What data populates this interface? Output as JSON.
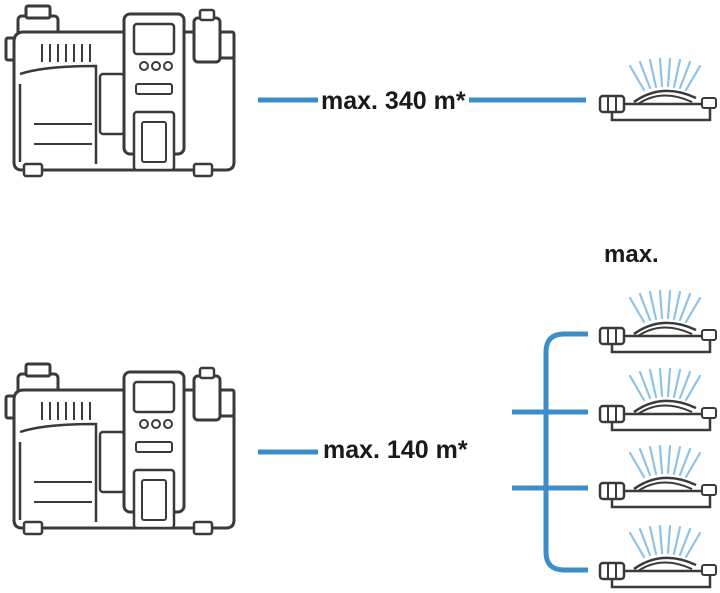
{
  "top_connection": {
    "label": "max. 340 m*"
  },
  "bottom_connection": {
    "label": "max. 140 m*"
  },
  "sprinkler_group": {
    "label": "max."
  },
  "colors": {
    "pipe": "#3c8dc8",
    "outline": "#3a3a3a",
    "spray": "#8fc3e6"
  }
}
